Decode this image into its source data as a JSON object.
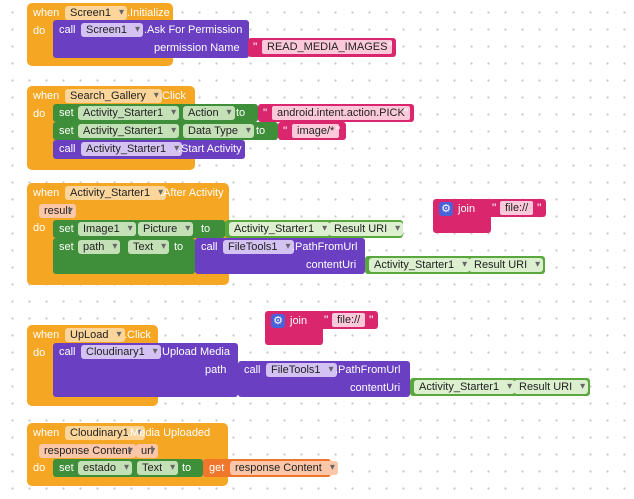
{
  "b1": {
    "when": "when",
    "component": "Screen1",
    "event": ".Initialize",
    "do": "do",
    "call": "call",
    "target": "Screen1",
    "method": ".Ask For Permission",
    "param": "permission Name",
    "value": "READ_MEDIA_IMAGES"
  },
  "b2": {
    "when": "when",
    "component": "Search_Gallery",
    "event": ".Click",
    "do": "do",
    "set1": {
      "kw": "set",
      "comp": "Activity_Starter1",
      "prop": "Action",
      "to": "to",
      "value": "android.intent.action.PICK"
    },
    "set2": {
      "kw": "set",
      "comp": "Activity_Starter1",
      "prop": "Data Type",
      "to": "to",
      "value": "image/*"
    },
    "call": {
      "kw": "call",
      "comp": "Activity_Starter1",
      "method": ".Start Activity"
    }
  },
  "b3": {
    "when": "when",
    "component": "Activity_Starter1",
    "event": ".After Activity",
    "param": "result",
    "do": "do",
    "set1": {
      "kw": "set",
      "comp": "Image1",
      "prop": "Picture",
      "to": "to",
      "vcomp": "Activity_Starter1",
      "vprop": "Result URI"
    },
    "set2": {
      "kw": "set",
      "comp": "path",
      "prop": "Text",
      "to": "to",
      "call": "call",
      "ccomp": "FileTools1",
      "cmethod": ".PathFromUrl",
      "arg": "contentUri",
      "acomp": "Activity_Starter1",
      "aprop": "Result URI"
    }
  },
  "join1": {
    "label": "join",
    "value": "file://"
  },
  "join2": {
    "label": "join",
    "value": "file://"
  },
  "b4": {
    "when": "when",
    "component": "UpLoad",
    "event": ".Click",
    "do": "do",
    "call": "call",
    "comp": "Cloudinary1",
    "method": ".Upload Media",
    "param": "path",
    "inner": {
      "call": "call",
      "comp": "FileTools1",
      "method": ".PathFromUrl",
      "arg": "contentUri",
      "acomp": "Activity_Starter1",
      "aprop": "Result URI"
    }
  },
  "b5": {
    "when": "when",
    "component": "Cloudinary1",
    "event": ".Media Uploaded",
    "p1": "response Content",
    "p2": "url",
    "do": "do",
    "set": {
      "kw": "set",
      "comp": "estado",
      "prop": "Text",
      "to": "to",
      "get": "get",
      "gvar": "response Content"
    }
  },
  "colors": {
    "event": "#f5a623",
    "procedure": "#6a3fc2",
    "setter": "#3e8e3a",
    "text": "#d9266d",
    "component": "#5aa73d",
    "variable": "#f0762b"
  }
}
